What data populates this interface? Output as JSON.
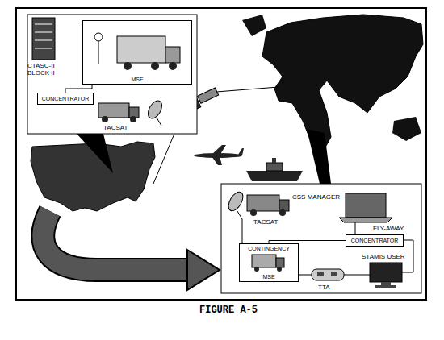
{
  "diagram": {
    "caption": "FIGURE A-5",
    "nodes": [
      {
        "text": [
          "MSE"
        ]
      },
      {
        "text": [
          "CONCENTRATOR"
        ]
      },
      {
        "text": [
          "CONCENTRATOR"
        ]
      },
      {
        "text": [
          "CONTINGENCY",
          "MSE"
        ]
      }
    ],
    "edges": [
      {
        "from": 1,
        "to": 0,
        "arrow": "none"
      },
      {
        "from": 2,
        "to": 3,
        "arrow": "none"
      }
    ],
    "labels": [
      "CTASC-II BLOCK II",
      "TACSAT",
      "CSS MANAGER",
      "FLY-AWAY",
      "TACSAT",
      "TTA",
      "STAMIS USER"
    ]
  }
}
